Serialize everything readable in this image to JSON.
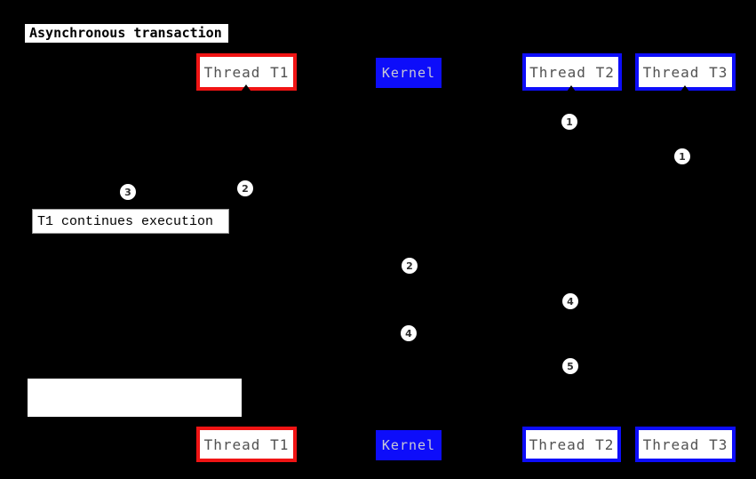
{
  "diagram": {
    "title": "Asynchronous transaction",
    "type": "sequence-diagram",
    "note": "T1 continues execution",
    "colors": {
      "background": "#000000",
      "thread_t1_border": "#f01414",
      "thread_t2_t3_border": "#0d0dfa",
      "kernel_fill": "#0d0dfa",
      "kernel_text": "#c9c9d6",
      "actor_text": "#525252",
      "box_fill": "#ffffff",
      "marker_fill": "#ffffff",
      "marker_text": "#2e2e2e"
    },
    "actors": {
      "t1": {
        "label": "Thread T1",
        "style": "red-border"
      },
      "kernel": {
        "label": "Kernel",
        "style": "blue-fill"
      },
      "t2": {
        "label": "Thread T2",
        "style": "blue-border"
      },
      "t3": {
        "label": "Thread T3",
        "style": "blue-border"
      }
    },
    "markers": [
      {
        "label": "1",
        "lifeline": "thread-t2"
      },
      {
        "label": "1",
        "lifeline": "thread-t3"
      },
      {
        "label": "2",
        "lifeline": "thread-t1"
      },
      {
        "label": "3",
        "lifeline": "near-note"
      },
      {
        "label": "2",
        "lifeline": "kernel"
      },
      {
        "label": "4",
        "lifeline": "thread-t2"
      },
      {
        "label": "4",
        "lifeline": "kernel"
      },
      {
        "label": "5",
        "lifeline": "thread-t2"
      }
    ]
  }
}
